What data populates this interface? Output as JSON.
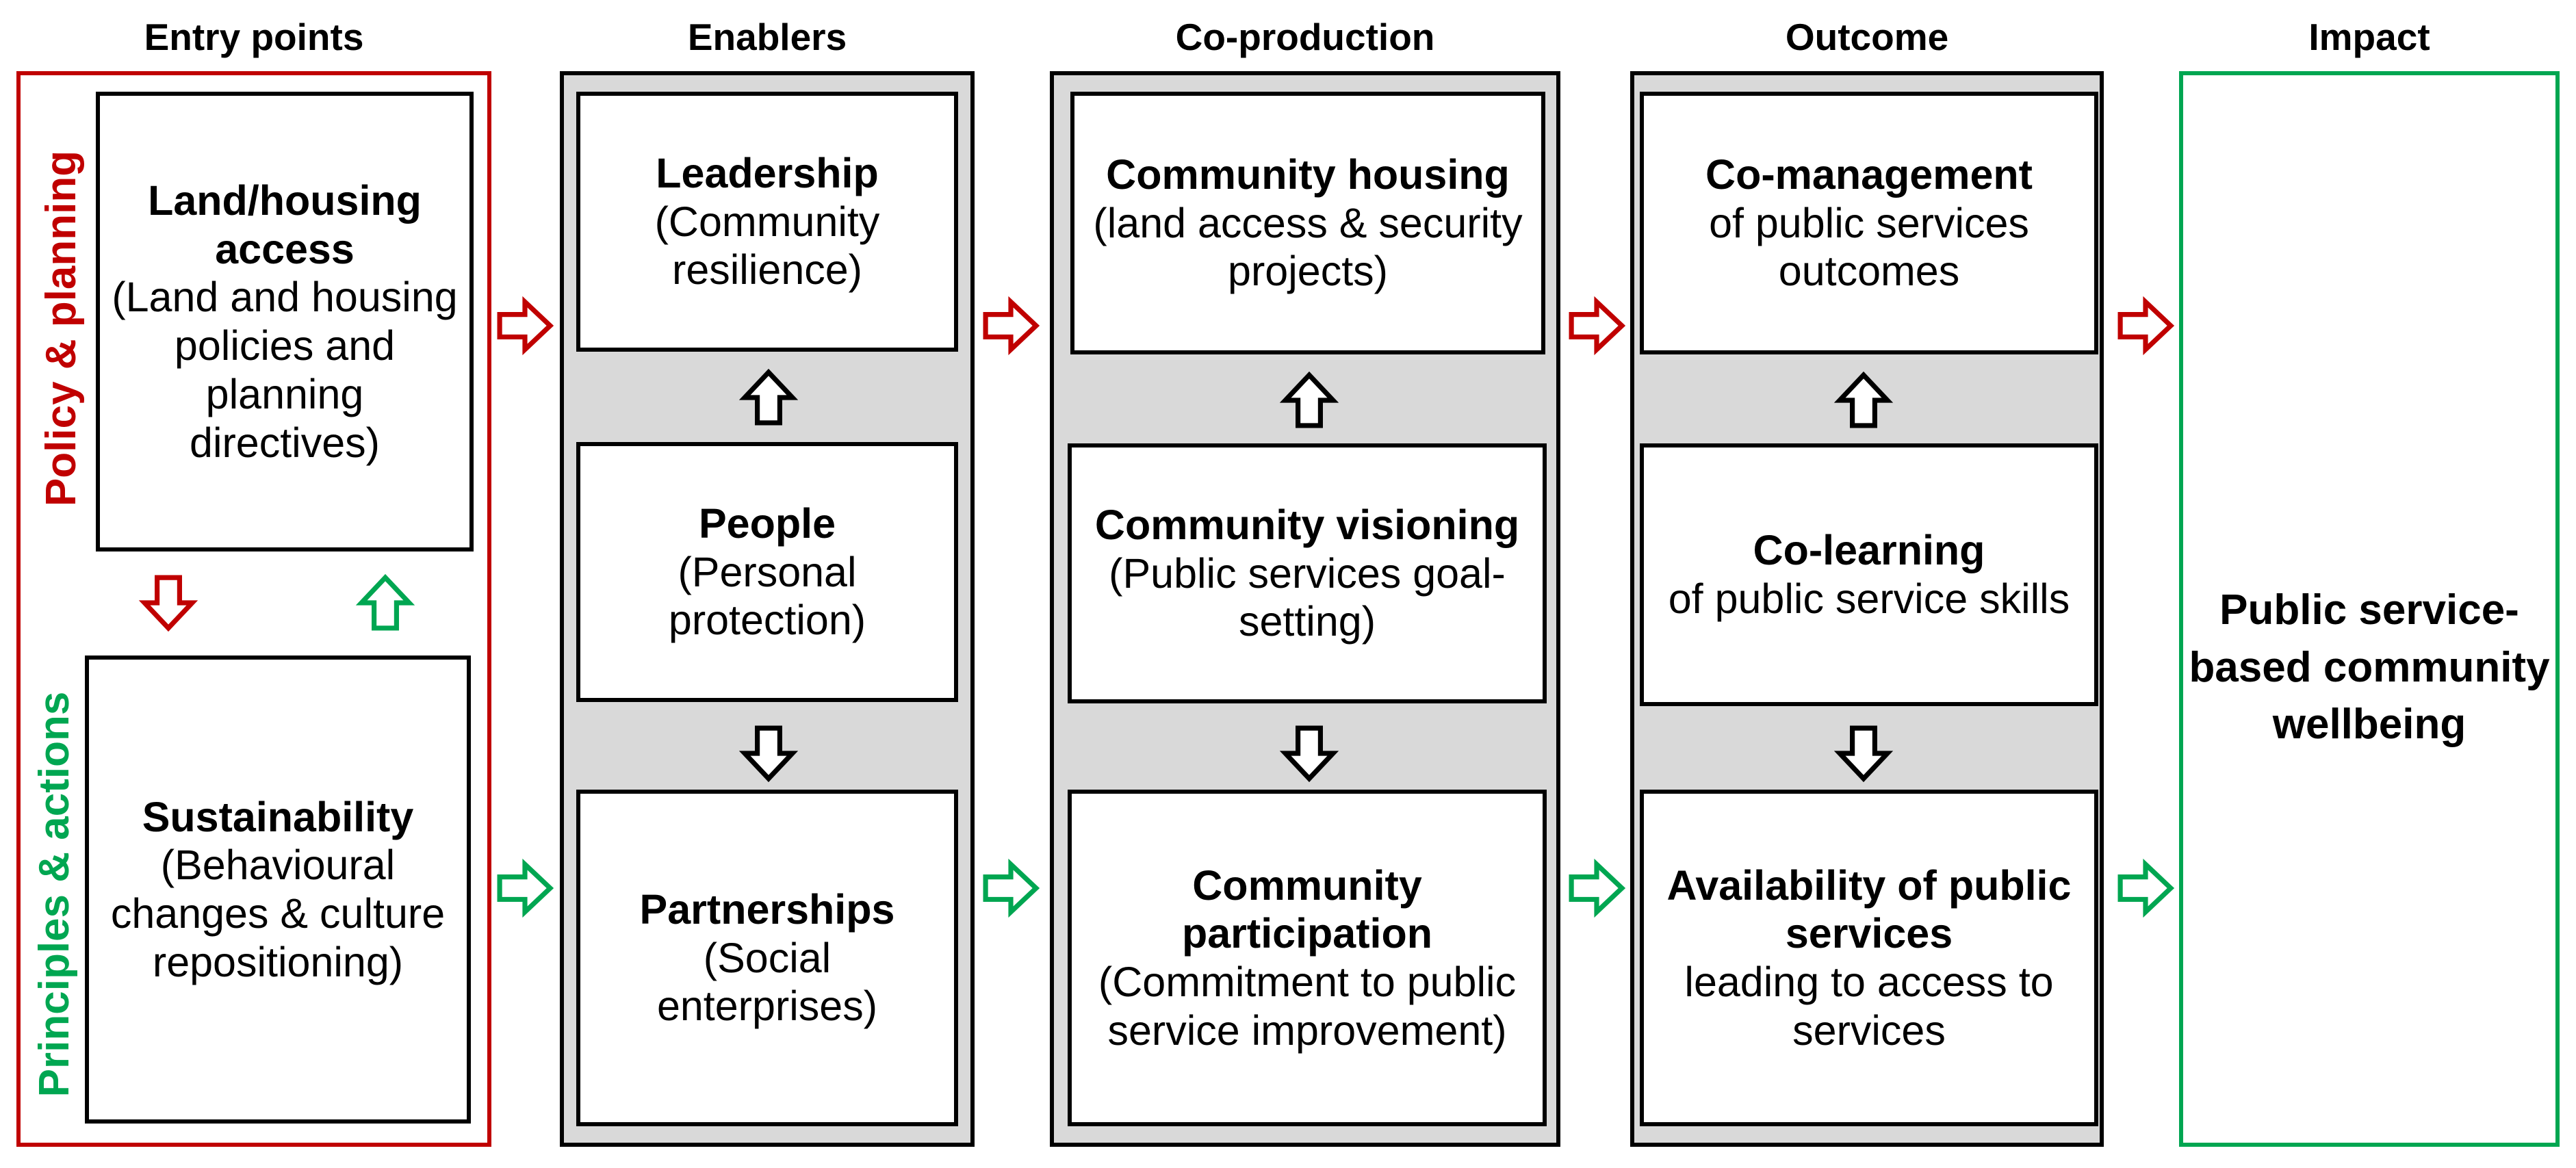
{
  "headers": {
    "entry": "Entry points",
    "enablers": "Enablers",
    "coproduction": "Co-production",
    "outcome": "Outcome",
    "impact": "Impact"
  },
  "side_labels": {
    "policy": "Policy & planning",
    "principles": "Principles & actions"
  },
  "colors": {
    "red": "#c00000",
    "green": "#00a651",
    "panel_grey": "#d9d9d9"
  },
  "entry": {
    "land": {
      "title": "Land/housing access",
      "desc": "(Land and housing policies and planning directives)"
    },
    "sustainability": {
      "title": "Sustainability",
      "desc": "(Behavioural changes & culture repositioning)"
    }
  },
  "enablers": {
    "leadership": {
      "title": "Leadership",
      "desc": "(Community resilience)"
    },
    "people": {
      "title": "People",
      "desc": "(Personal protection)"
    },
    "partnerships": {
      "title": "Partnerships",
      "desc": "(Social enterprises)"
    }
  },
  "coproduction": {
    "housing": {
      "title": "Community housing",
      "desc": "(land access & security projects)"
    },
    "visioning": {
      "title": "Community visioning",
      "desc": "(Public services goal-setting)"
    },
    "participation": {
      "title": "Community participation",
      "desc": "(Commitment to public service improvement)"
    }
  },
  "outcome": {
    "comanagement": {
      "title": "Co-management",
      "desc": "of public services outcomes"
    },
    "colearning": {
      "title": "Co-learning",
      "desc": "of public service skills"
    },
    "availability": {
      "title": "Availability of public services",
      "desc": "leading to access to services"
    }
  },
  "impact": {
    "text": "Public service-based community wellbeing"
  }
}
